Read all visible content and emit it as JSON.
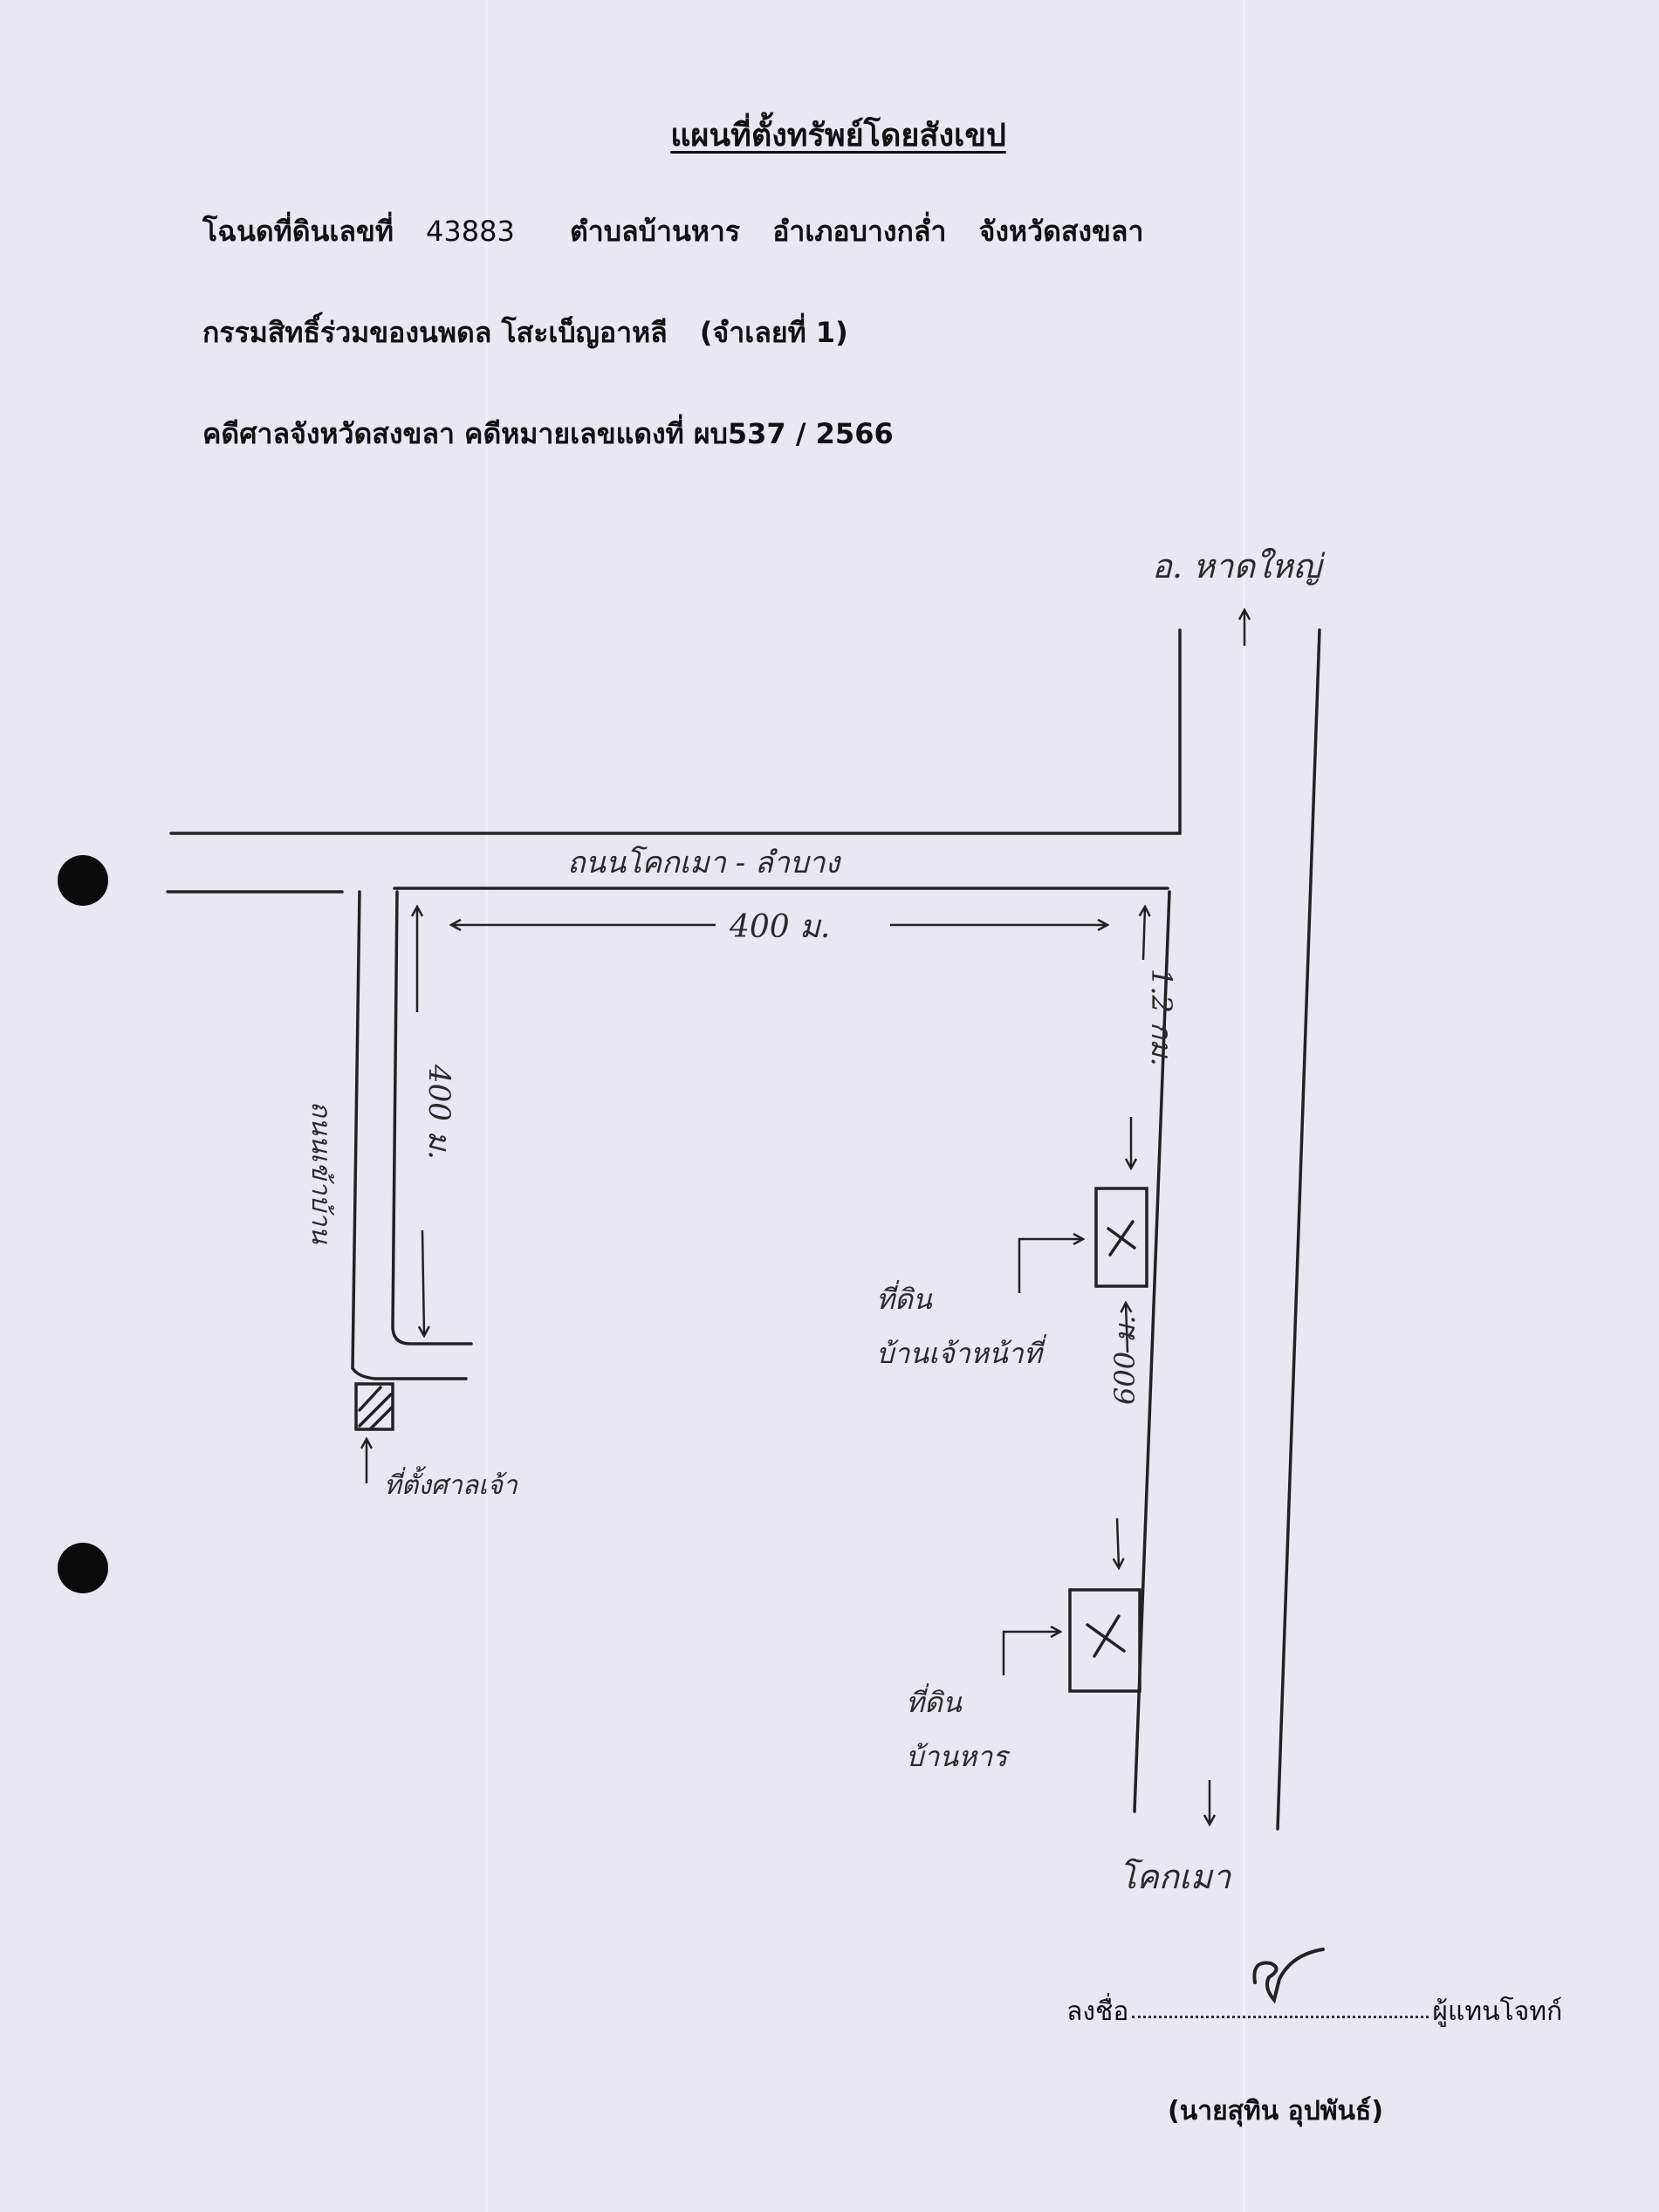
{
  "title": "แผนที่ตั้งทรัพย์โดยสังเขป",
  "deed": {
    "prefix": "โฉนดที่ดินเลขที่",
    "number": "43883",
    "subdistrict": "ตำบลบ้านหาร",
    "district": "อำเภอบางกล่ำ",
    "province": "จังหวัดสงขลา"
  },
  "ownership": {
    "text": "กรรมสิทธิ์ร่วมของนพดล โสะเบ็ญอาหลี",
    "defendant": "(จำเลยที่ 1)"
  },
  "case": {
    "court": "คดีศาลจังหวัดสงขลา",
    "label": "คดีหมายเลขแดงที่",
    "number": "ผบ537 / 2566"
  },
  "map": {
    "north_label": "อ. หาดใหญ่",
    "main_road_label": "ถนนโคกเมา - ลำบาง",
    "side_road_label": "ถนนเข้าบ้าน",
    "top_distance": "400 ม.",
    "left_distance": "400 ม.",
    "right_top_distance": "1.2 กม.",
    "right_mid_distance": "600 ม.",
    "marker_1_label_a": "ที่ดิน",
    "marker_1_label_b": "บ้านเจ้าหน้าที่",
    "marker_2_label_a": "ที่ดิน",
    "marker_2_label_b": "บ้านหาร",
    "corner_label": "ที่ตั้งศาลเจ้า",
    "south_label": "โคกเมา"
  },
  "signature": {
    "prefix": "ลงชื่อ",
    "suffix": "ผู้แทนโจทก์",
    "name": "(นายสุทิน อุปพันธ์)"
  }
}
